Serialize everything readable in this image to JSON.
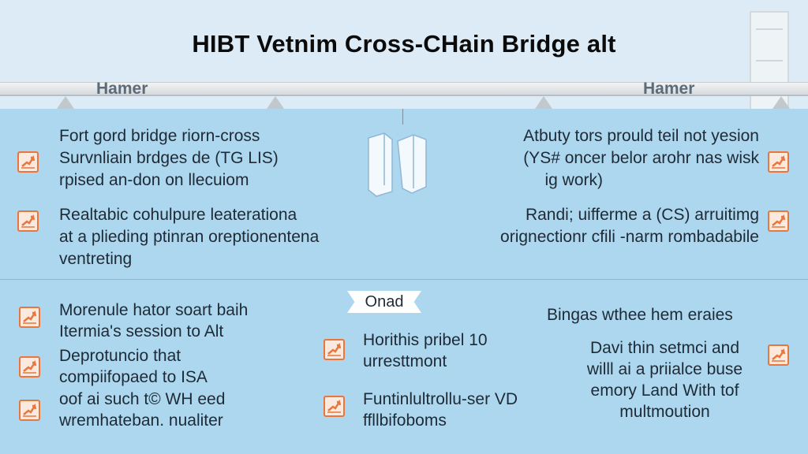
{
  "title": "HIBT Vetnim Cross-CHain Bridge alt",
  "bridge_labels": [
    "Hamer",
    "Hamer"
  ],
  "left_blocks": [
    {
      "lines": [
        "Fort gord bridge riorn-cross",
        "Survnliain brdges de (TG LIS)",
        "rpised an-don on llecuiom"
      ],
      "icon": "chart-icon"
    },
    {
      "lines": [
        "Realtabic cohulpure leaterationa",
        "at a plieding ptinran oreptionentena",
        "ventreting"
      ],
      "icon": "chart-icon"
    }
  ],
  "right_blocks": [
    {
      "lines": [
        "Atbuty tors prould teil not yesion",
        "(YS# oncer belor arohr nas wisk",
        "ig work)"
      ],
      "icon": "chart-icon"
    },
    {
      "lines": [
        "Randi; uifferme a (CS) arruitimg",
        "orignectionr cfili -narm rombadabile"
      ],
      "icon": "chart-icon"
    }
  ],
  "banner": "Onad",
  "bottom_left": [
    {
      "lines": [
        "Morenule hator soart baih",
        "Itermia's session to Alt"
      ]
    },
    {
      "lines": [
        "Deprotuncio that",
        "compiifopaed to ISA"
      ]
    },
    {
      "lines": [
        "oof ai such t© WH eed",
        "wremhateban. nualiter"
      ]
    }
  ],
  "bottom_middle": [
    {
      "lines": [
        "Horithis pribel 10",
        "urresttmont"
      ]
    },
    {
      "lines": [
        "Funtinlultrollu-ser VD",
        "ffllbifoboms"
      ]
    }
  ],
  "bottom_right": {
    "heading": "Bingas wthee hem eraies",
    "lines": [
      "Davi thin setmci and",
      "willl ai a priialce buse",
      "emory Land With tof",
      "multmoution"
    ]
  },
  "colors": {
    "accent": "#e8773f",
    "panel": "#acd7ee",
    "sky": "#dcebf6"
  }
}
